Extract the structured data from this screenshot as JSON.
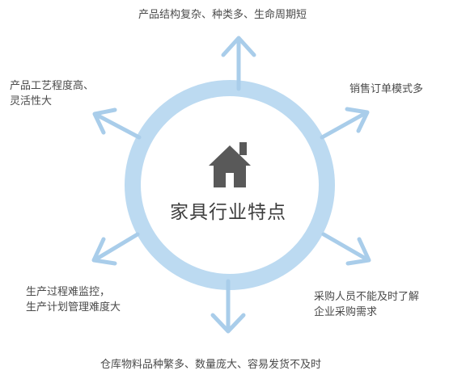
{
  "center": {
    "title": "家具行业特点",
    "icon": "house-icon"
  },
  "features": {
    "top": "产品结构复杂、种类多、生命周期短",
    "upper_left_line1": "产品工艺程度高、",
    "upper_left_line2": "灵活性大",
    "upper_right": "销售订单模式多",
    "lower_left_line1": "生产过程难监控，",
    "lower_left_line2": "生产计划管理难度大",
    "lower_right_line1": "采购人员不能及时了解",
    "lower_right_line2": "企业采购需求",
    "bottom": "仓库物料品种繁多、数量庞大、容易发货不及时"
  },
  "colors": {
    "ring": "#bcdaf1",
    "arrow": "#a9cdea",
    "house": "#595959",
    "text": "#4a4a4a",
    "title": "#3d3d3d"
  }
}
